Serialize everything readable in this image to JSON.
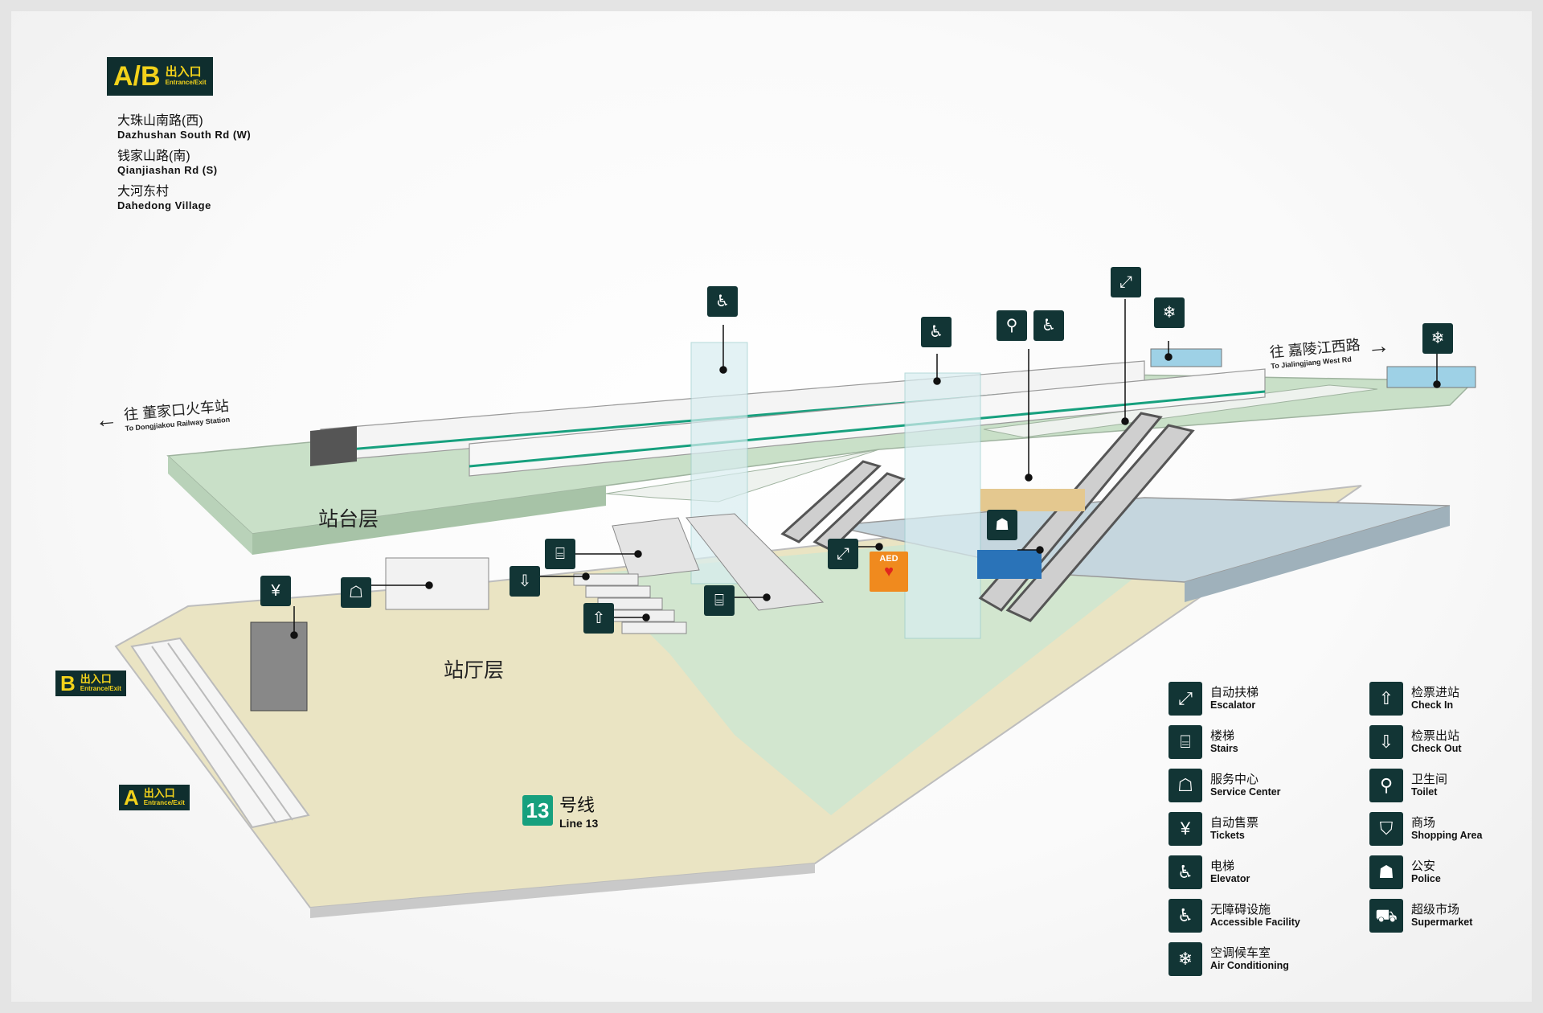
{
  "exits": {
    "ab": {
      "letter": "A/B",
      "cn": "出入口",
      "en": "Entrance/Exit"
    },
    "b": {
      "letter": "B",
      "cn": "出入口",
      "en": "Entrance/Exit"
    },
    "a": {
      "letter": "A",
      "cn": "出入口",
      "en": "Entrance/Exit"
    }
  },
  "destinations": [
    {
      "cn": "大珠山南路(西)",
      "en": "Dazhushan South Rd (W)"
    },
    {
      "cn": "钱家山路(南)",
      "en": "Qianjiashan Rd (S)"
    },
    {
      "cn": "大河东村",
      "en": "Dahedong Village"
    }
  ],
  "directions": {
    "left": {
      "arrow": "←",
      "cn": "往 董家口火车站",
      "en": "To Dongjiakou Railway Station"
    },
    "right": {
      "cn": "往 嘉陵江西路",
      "en": "To Jialingjiang West Rd",
      "arrow": "→"
    }
  },
  "floors": {
    "platform": "站台层",
    "concourse": "站厅层"
  },
  "line": {
    "number": "13",
    "cn": "号线",
    "en": "Line 13"
  },
  "aed": {
    "label": "AED",
    "symbol": "♥"
  },
  "legend": [
    {
      "icon": "escalator-icon",
      "glyph": "⤢",
      "cn": "自动扶梯",
      "en": "Escalator"
    },
    {
      "icon": "stairs-icon",
      "glyph": "⌸",
      "cn": "楼梯",
      "en": "Stairs"
    },
    {
      "icon": "service-center-icon",
      "glyph": "☖",
      "cn": "服务中心",
      "en": "Service Center"
    },
    {
      "icon": "ticket-icon",
      "glyph": "¥",
      "cn": "自动售票",
      "en": "Tickets"
    },
    {
      "icon": "elevator-icon",
      "glyph": "♿",
      "cn": "电梯",
      "en": "Elevator"
    },
    {
      "icon": "accessible-icon",
      "glyph": "♿",
      "cn": "无障碍设施",
      "en": "Accessible Facility"
    },
    {
      "icon": "air-conditioning-icon",
      "glyph": "❄",
      "cn": "空调候车室",
      "en": "Air Conditioning"
    },
    {
      "icon": "check-in-icon",
      "glyph": "⇧",
      "cn": "检票进站",
      "en": "Check In"
    },
    {
      "icon": "check-out-icon",
      "glyph": "⇩",
      "cn": "检票出站",
      "en": "Check Out"
    },
    {
      "icon": "toilet-icon",
      "glyph": "⚲",
      "cn": "卫生间",
      "en": "Toilet"
    },
    {
      "icon": "shopping-icon",
      "glyph": "⛉",
      "cn": "商场",
      "en": "Shopping Area"
    },
    {
      "icon": "police-icon",
      "glyph": "☗",
      "cn": "公安",
      "en": "Police"
    },
    {
      "icon": "supermarket-icon",
      "glyph": "⛟",
      "cn": "超级市场",
      "en": "Supermarket"
    }
  ],
  "colors": {
    "icon_bg": "#123535",
    "exit_text": "#f2d21b",
    "line13": "#17a07e",
    "platform_floor": "#c9e0c8",
    "concourse_floor": "#ebe5c4",
    "aed": "#f08a1e"
  }
}
